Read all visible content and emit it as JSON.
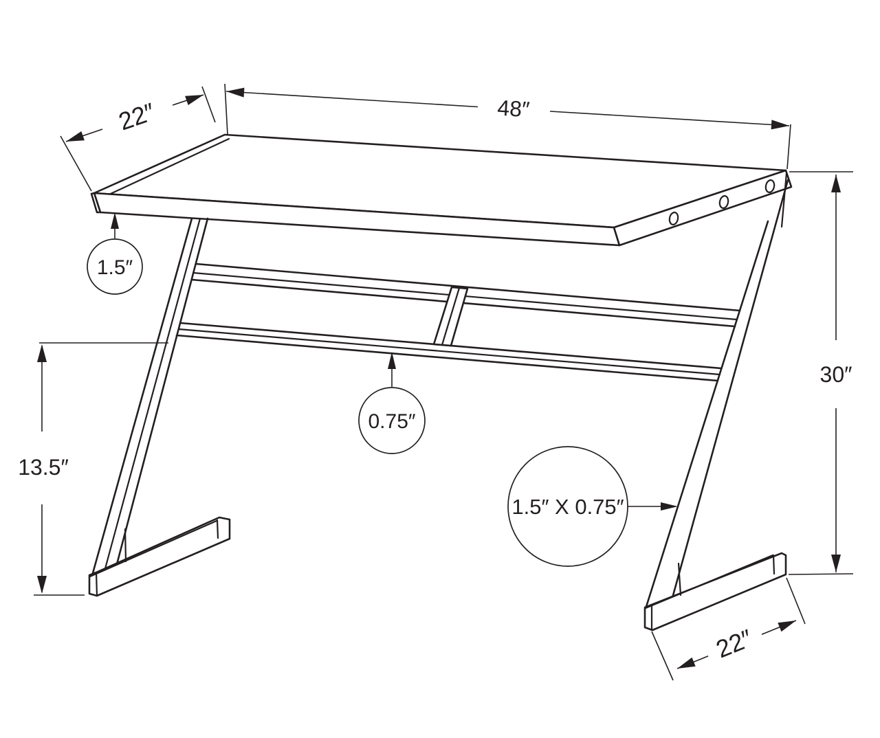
{
  "diagram": {
    "type": "furniture-dimension-drawing",
    "subject": "z-shaped-computer-desk",
    "unit": "inches",
    "labels": {
      "top_depth": "22″",
      "top_width": "48″",
      "overall_height": "30″",
      "shelf_height": "13.5″",
      "foot_depth": "22″",
      "top_thickness": "1.5″",
      "shelf_thickness": "0.75″",
      "leg_profile": "1.5″ X 0.75″"
    },
    "dimension_values": {
      "top_depth_in": 22,
      "top_width_in": 48,
      "overall_height_in": 30,
      "shelf_height_in": 13.5,
      "foot_depth_in": 22,
      "top_thickness_in": 1.5,
      "shelf_thickness_in": 0.75,
      "leg_profile_in": "1.5 x 0.75"
    },
    "colors": {
      "line": "#231f20",
      "background": "#ffffff"
    },
    "parts": [
      "tabletop",
      "mounting-bracket",
      "left-leg",
      "right-leg",
      "upper-shelf-rail",
      "lower-shelf-rail",
      "shelf-divider",
      "left-foot",
      "right-foot"
    ]
  }
}
